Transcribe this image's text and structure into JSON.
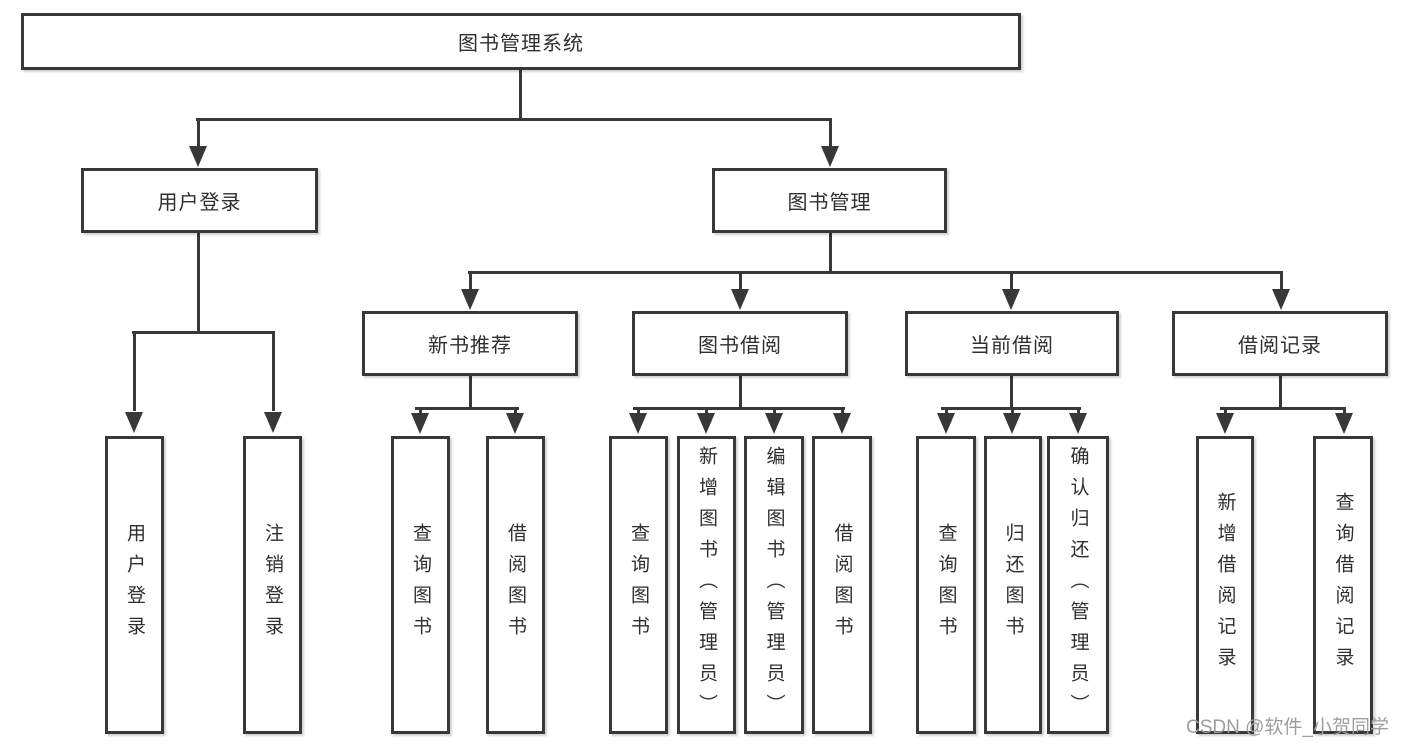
{
  "nodes": {
    "root": "图书管理系统",
    "user_login": "用户登录",
    "book_mgmt": "图书管理",
    "new_book": "新书推荐",
    "book_borrow": "图书借阅",
    "current_borrow": "当前借阅",
    "borrow_record": "借阅记录",
    "leaf_user_login": "用户登录",
    "leaf_logout": "注销登录",
    "leaf_nb_query": "查询图书",
    "leaf_nb_borrow": "借阅图书",
    "leaf_bb_query": "查询图书",
    "leaf_bb_add": "新增图书（管理员）",
    "leaf_bb_edit": "编辑图书（管理员）",
    "leaf_bb_borrow": "借阅图书",
    "leaf_cb_query": "查询图书",
    "leaf_cb_return": "归还图书",
    "leaf_cb_confirm": "确认归还（管理员）",
    "leaf_br_add": "新增借阅记录",
    "leaf_br_query": "查询借阅记录"
  },
  "hierarchy": {
    "root": "图书管理系统",
    "children": [
      {
        "label": "用户登录",
        "children": [
          "用户登录",
          "注销登录"
        ]
      },
      {
        "label": "图书管理",
        "children": [
          {
            "label": "新书推荐",
            "children": [
              "查询图书",
              "借阅图书"
            ]
          },
          {
            "label": "图书借阅",
            "children": [
              "查询图书",
              "新增图书（管理员）",
              "编辑图书（管理员）",
              "借阅图书"
            ]
          },
          {
            "label": "当前借阅",
            "children": [
              "查询图书",
              "归还图书",
              "确认归还（管理员）"
            ]
          },
          {
            "label": "借阅记录",
            "children": [
              "新增借阅记录",
              "查询借阅记录"
            ]
          }
        ]
      }
    ]
  },
  "watermark": "CSDN @软件_小贺同学",
  "colors": {
    "line": "#383838",
    "text": "#2f2f2f",
    "watermark": "#9e9e9e",
    "background": "#ffffff"
  }
}
